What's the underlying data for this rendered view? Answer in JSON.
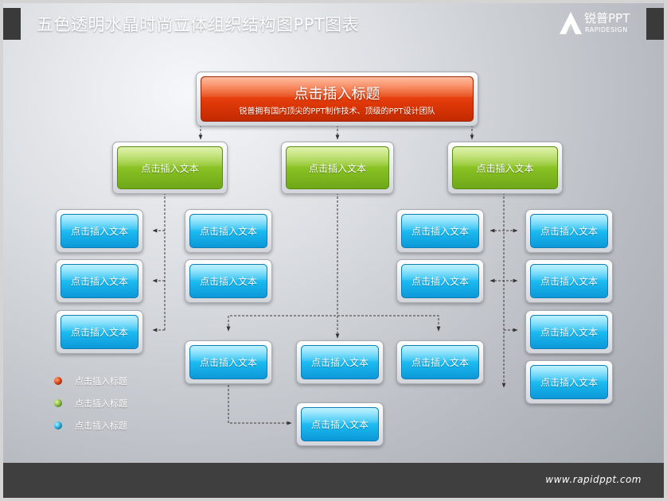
{
  "header": {
    "title": "五色透明水晶时尚立体组织结构图PPT图表",
    "logo_name": "锐普PPT",
    "logo_sub": "RAPIDESIGN"
  },
  "chart": {
    "root": {
      "title": "点击插入标题",
      "subtitle": "锐普拥有国内顶尖的PPT制作技术、顶级的PPT设计团队"
    },
    "level1": [
      "点击插入文本",
      "点击插入文本",
      "点击插入文本"
    ],
    "left_group": [
      "点击插入文本",
      "点击插入文本",
      "点击插入文本",
      "点击插入文本",
      "点击插入文本"
    ],
    "middle_group": [
      "点击插入文本",
      "点击插入文本",
      "点击插入文本",
      "点击插入文本"
    ],
    "right_group": [
      "点击插入文本",
      "点击插入文本",
      "点击插入文本",
      "点击插入文本",
      "点击插入文本",
      "点击插入文本"
    ]
  },
  "legend": [
    {
      "label": "点击插入标题",
      "color": "#ee4010"
    },
    {
      "label": "点击插入标题",
      "color": "#8cc63e"
    },
    {
      "label": "点击插入标题",
      "color": "#1bb8f0"
    }
  ],
  "colors": {
    "red": "#e23a0a",
    "green": "#86bf22",
    "blue": "#19b8ef"
  },
  "footer": {
    "url": "www.rapidppt.com"
  }
}
